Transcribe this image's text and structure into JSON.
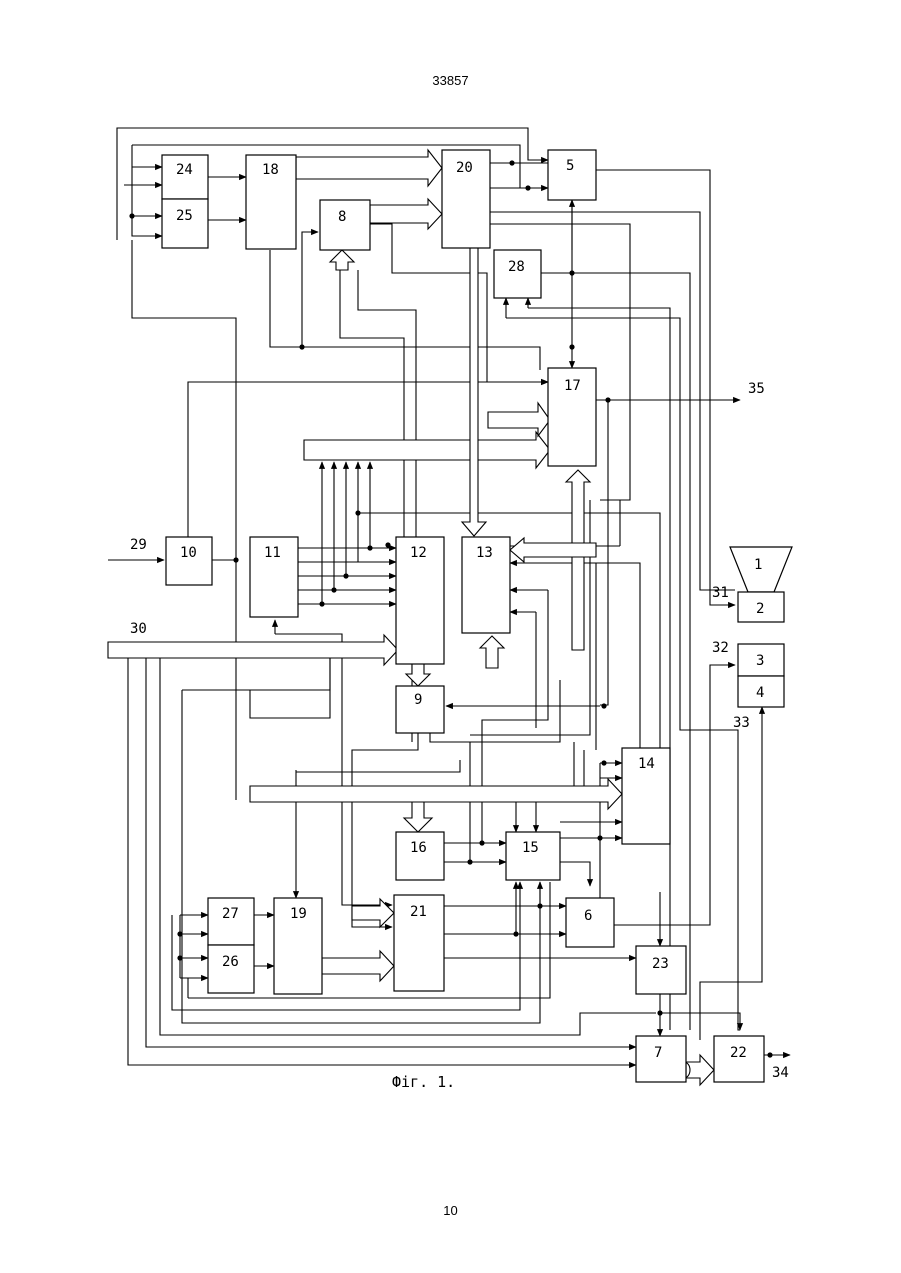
{
  "header": {
    "page_code": "33857"
  },
  "footer": {
    "page_number": "10"
  },
  "figure": {
    "caption": "Фіг. 1."
  },
  "blocks": [
    {
      "id": "b1",
      "label": "1"
    },
    {
      "id": "b2",
      "label": "2"
    },
    {
      "id": "b3",
      "label": "3"
    },
    {
      "id": "b4",
      "label": "4"
    },
    {
      "id": "b5",
      "label": "5"
    },
    {
      "id": "b6",
      "label": "6"
    },
    {
      "id": "b7",
      "label": "7"
    },
    {
      "id": "b8",
      "label": "8"
    },
    {
      "id": "b9",
      "label": "9"
    },
    {
      "id": "b10",
      "label": "10"
    },
    {
      "id": "b11",
      "label": "11"
    },
    {
      "id": "b12",
      "label": "12"
    },
    {
      "id": "b13",
      "label": "13"
    },
    {
      "id": "b14",
      "label": "14"
    },
    {
      "id": "b15",
      "label": "15"
    },
    {
      "id": "b16",
      "label": "16"
    },
    {
      "id": "b17",
      "label": "17"
    },
    {
      "id": "b18",
      "label": "18"
    },
    {
      "id": "b19",
      "label": "19"
    },
    {
      "id": "b20",
      "label": "20"
    },
    {
      "id": "b21",
      "label": "21"
    },
    {
      "id": "b22",
      "label": "22"
    },
    {
      "id": "b23",
      "label": "23"
    },
    {
      "id": "b24",
      "label": "24"
    },
    {
      "id": "b25",
      "label": "25"
    },
    {
      "id": "b26",
      "label": "26"
    },
    {
      "id": "b27",
      "label": "27"
    },
    {
      "id": "b28",
      "label": "28"
    }
  ],
  "terminals": [
    {
      "id": "t29",
      "label": "29"
    },
    {
      "id": "t30",
      "label": "30"
    },
    {
      "id": "t31",
      "label": "31"
    },
    {
      "id": "t32",
      "label": "32"
    },
    {
      "id": "t33",
      "label": "33"
    },
    {
      "id": "t34",
      "label": "34"
    },
    {
      "id": "t35",
      "label": "35"
    }
  ]
}
